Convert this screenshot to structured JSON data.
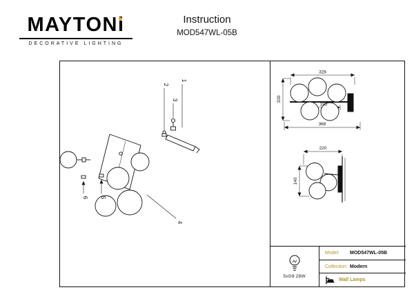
{
  "colors": {
    "ink": "#111111",
    "accent_gold": "#b5922f",
    "logo_dot": "#e3a430"
  },
  "header": {
    "brand_main": "MAYTON",
    "brand_i": "i",
    "brand_sub": "DECORATIVE LIGHTING",
    "title": "Instruction",
    "model": "MOD547WL-05B"
  },
  "assembly": {
    "callouts": [
      "1",
      "2",
      "3",
      "4",
      "5",
      "6"
    ]
  },
  "drawings": {
    "front": {
      "dim_top": "328",
      "dim_mid": "190",
      "dim_bottom": "368",
      "dim_height": "330"
    },
    "side": {
      "dim_depth": "220",
      "dim_height": "140"
    }
  },
  "specs": {
    "model_label": "Model:",
    "model_value": "MOD547WL-05B",
    "collection_label": "Collection:",
    "collection_value": "Modern",
    "category": "Wall Lamps",
    "lamp_info": "5xG9 28W"
  }
}
